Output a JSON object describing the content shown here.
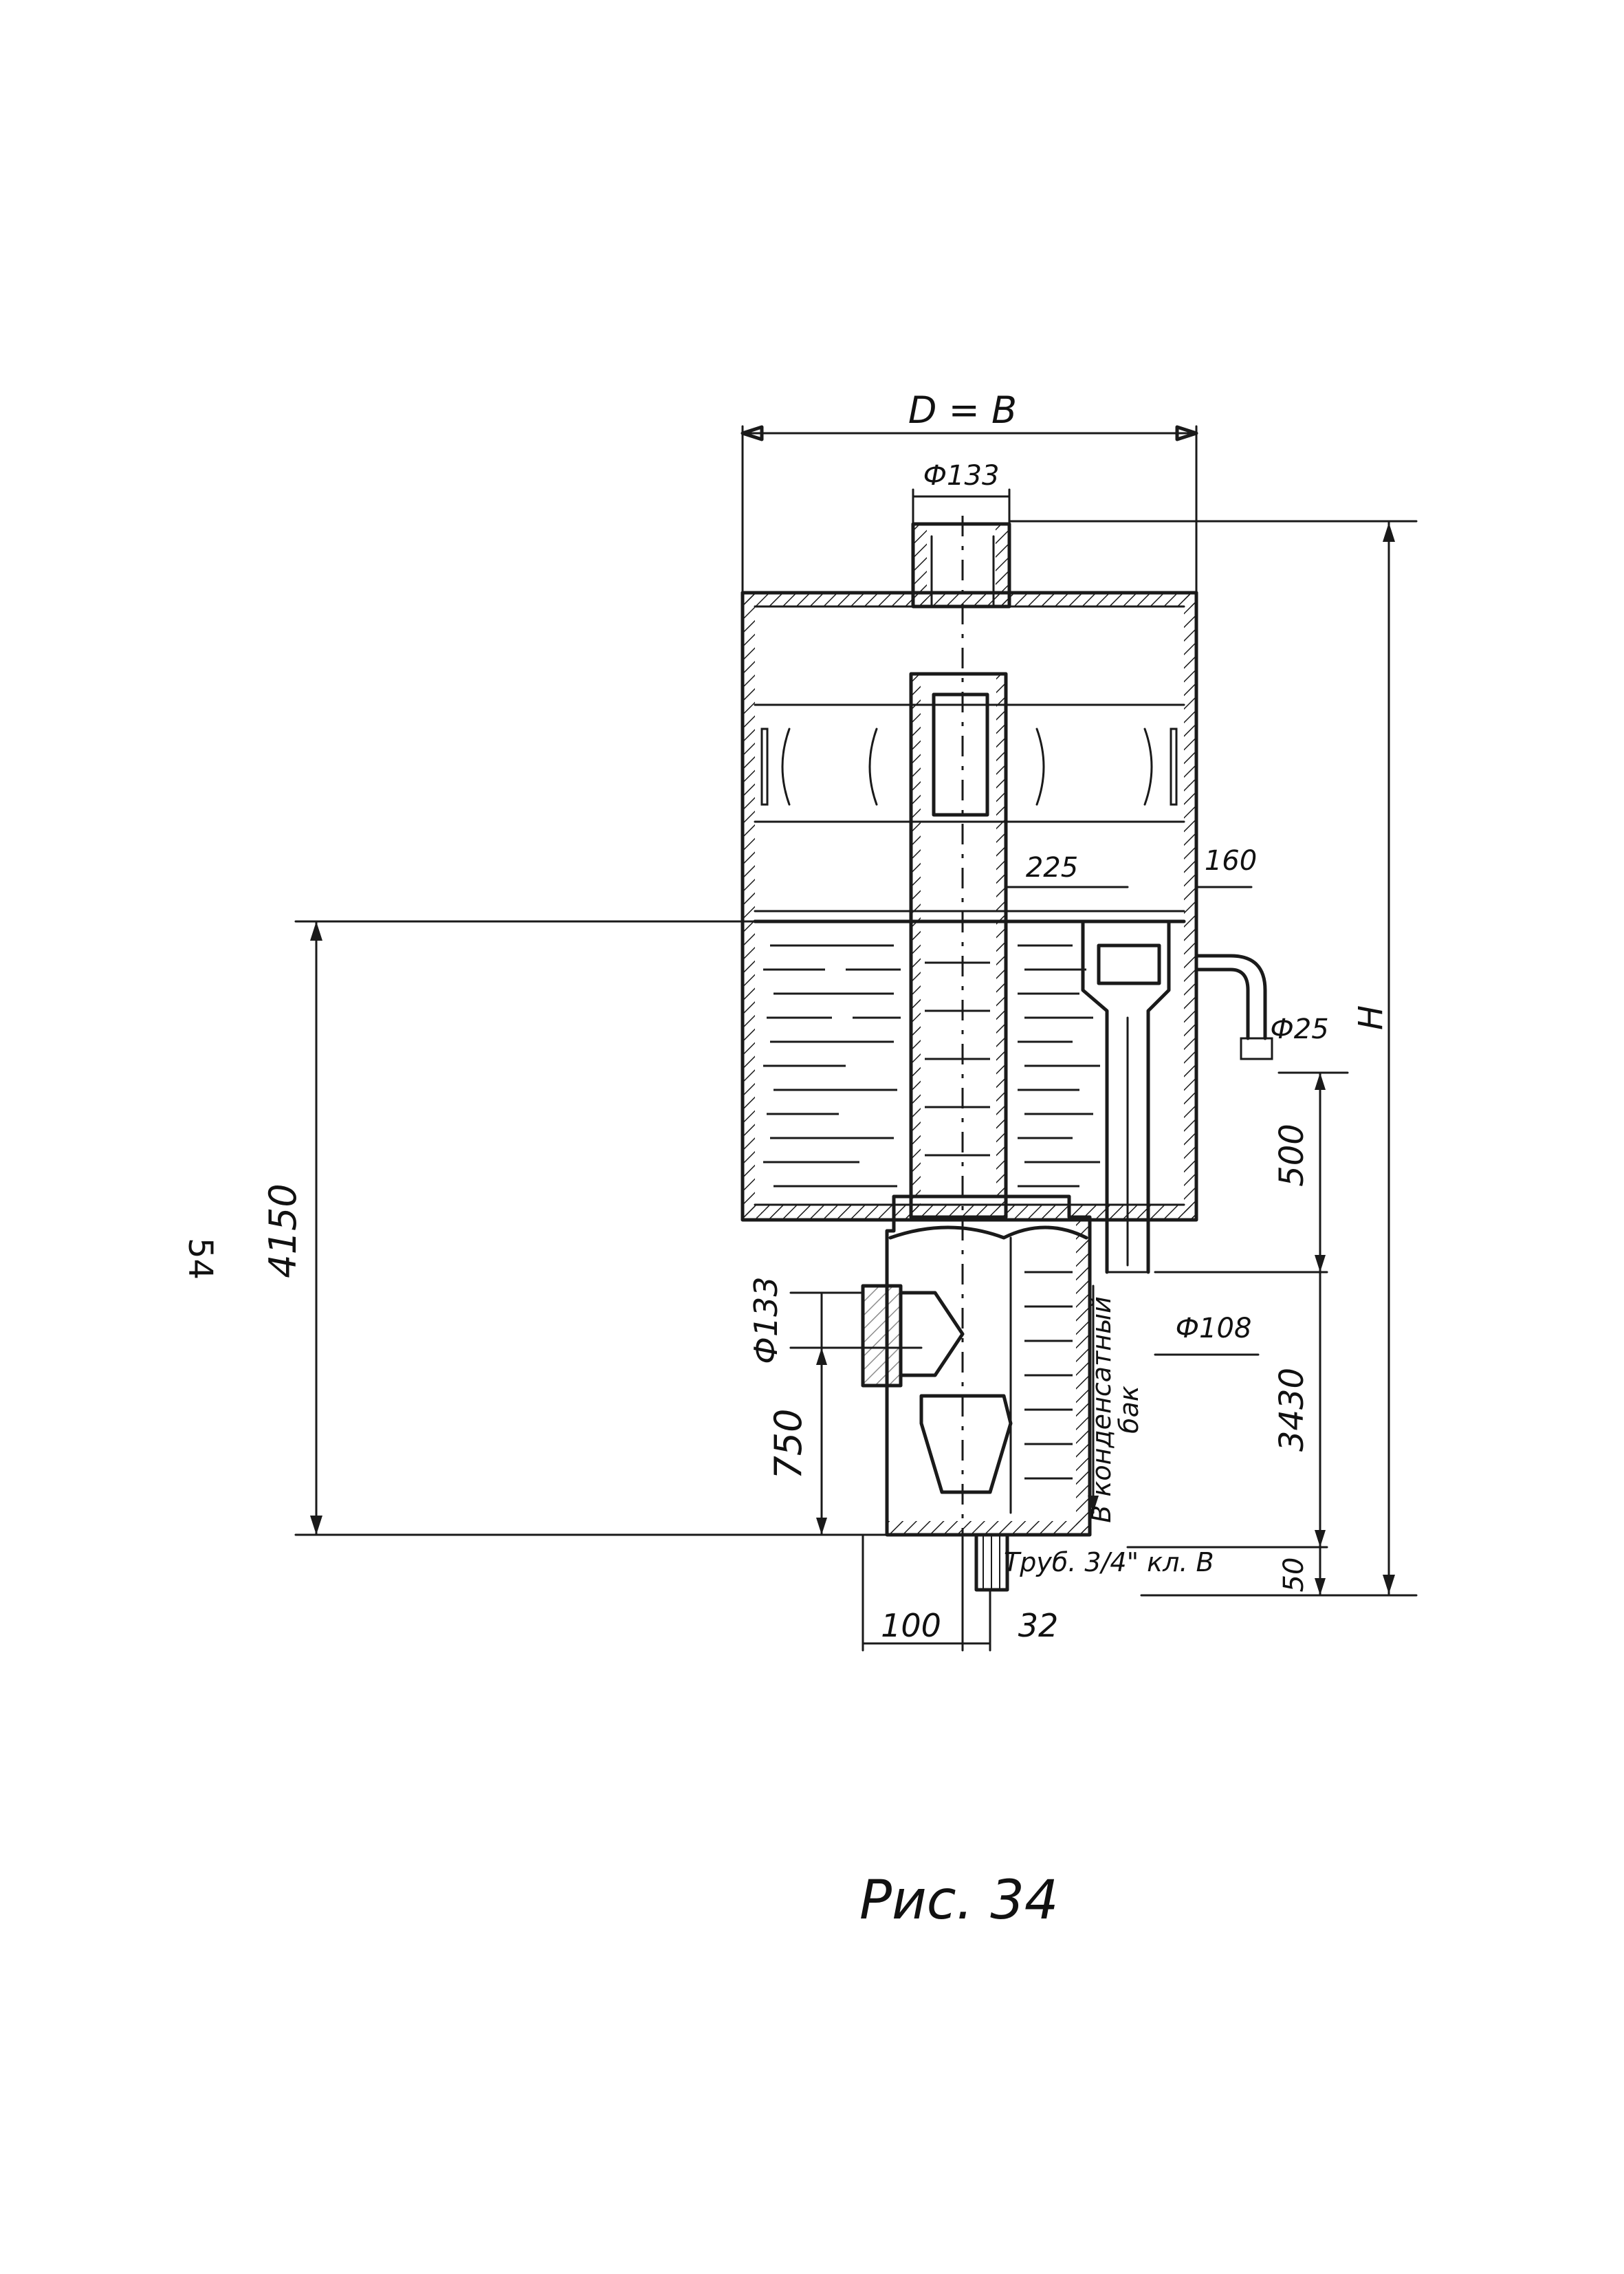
{
  "page": {
    "number": "54"
  },
  "drawing": {
    "caption": "Рис. 34",
    "dimensions": {
      "d_eq_b": "D = B",
      "phi133_top": "Ф133",
      "d225": "225",
      "d160": "160",
      "phi25": "Ф25",
      "h": "H",
      "d500": "500",
      "phi108": "Ф108",
      "d3430": "3430",
      "d50": "50",
      "d4150": "4150",
      "phi133_side": "Ф133",
      "d750": "750",
      "d100": "100",
      "d32": "32"
    },
    "notes": {
      "to_condensate_line1": "В конденсатный",
      "to_condensate_line2": "бак",
      "drain_pipe": "Труб. 3/4\" кл. В"
    }
  }
}
